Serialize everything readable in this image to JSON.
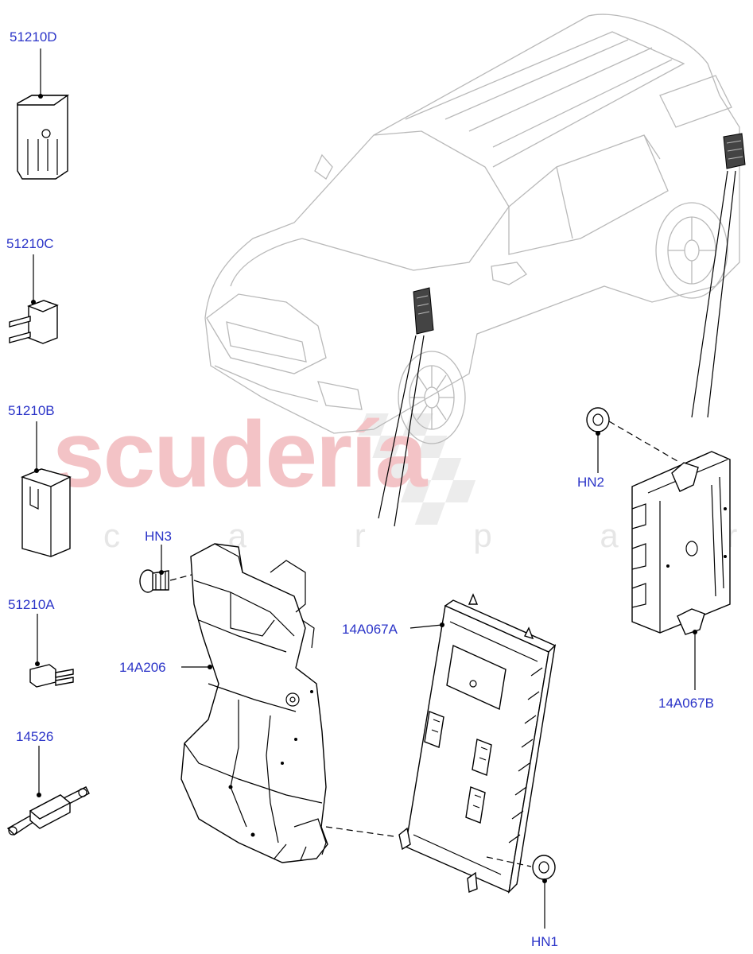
{
  "watermark": {
    "brand": "scudería",
    "sub": "c a r   p a r t s"
  },
  "labels": {
    "p51210D": "51210D",
    "p51210C": "51210C",
    "p51210B": "51210B",
    "p51210A": "51210A",
    "p14526": "14526",
    "pHN3": "HN3",
    "p14A206": "14A206",
    "p14A067A": "14A067A",
    "pHN2": "HN2",
    "p14A067B": "14A067B",
    "pHN1": "HN1"
  }
}
